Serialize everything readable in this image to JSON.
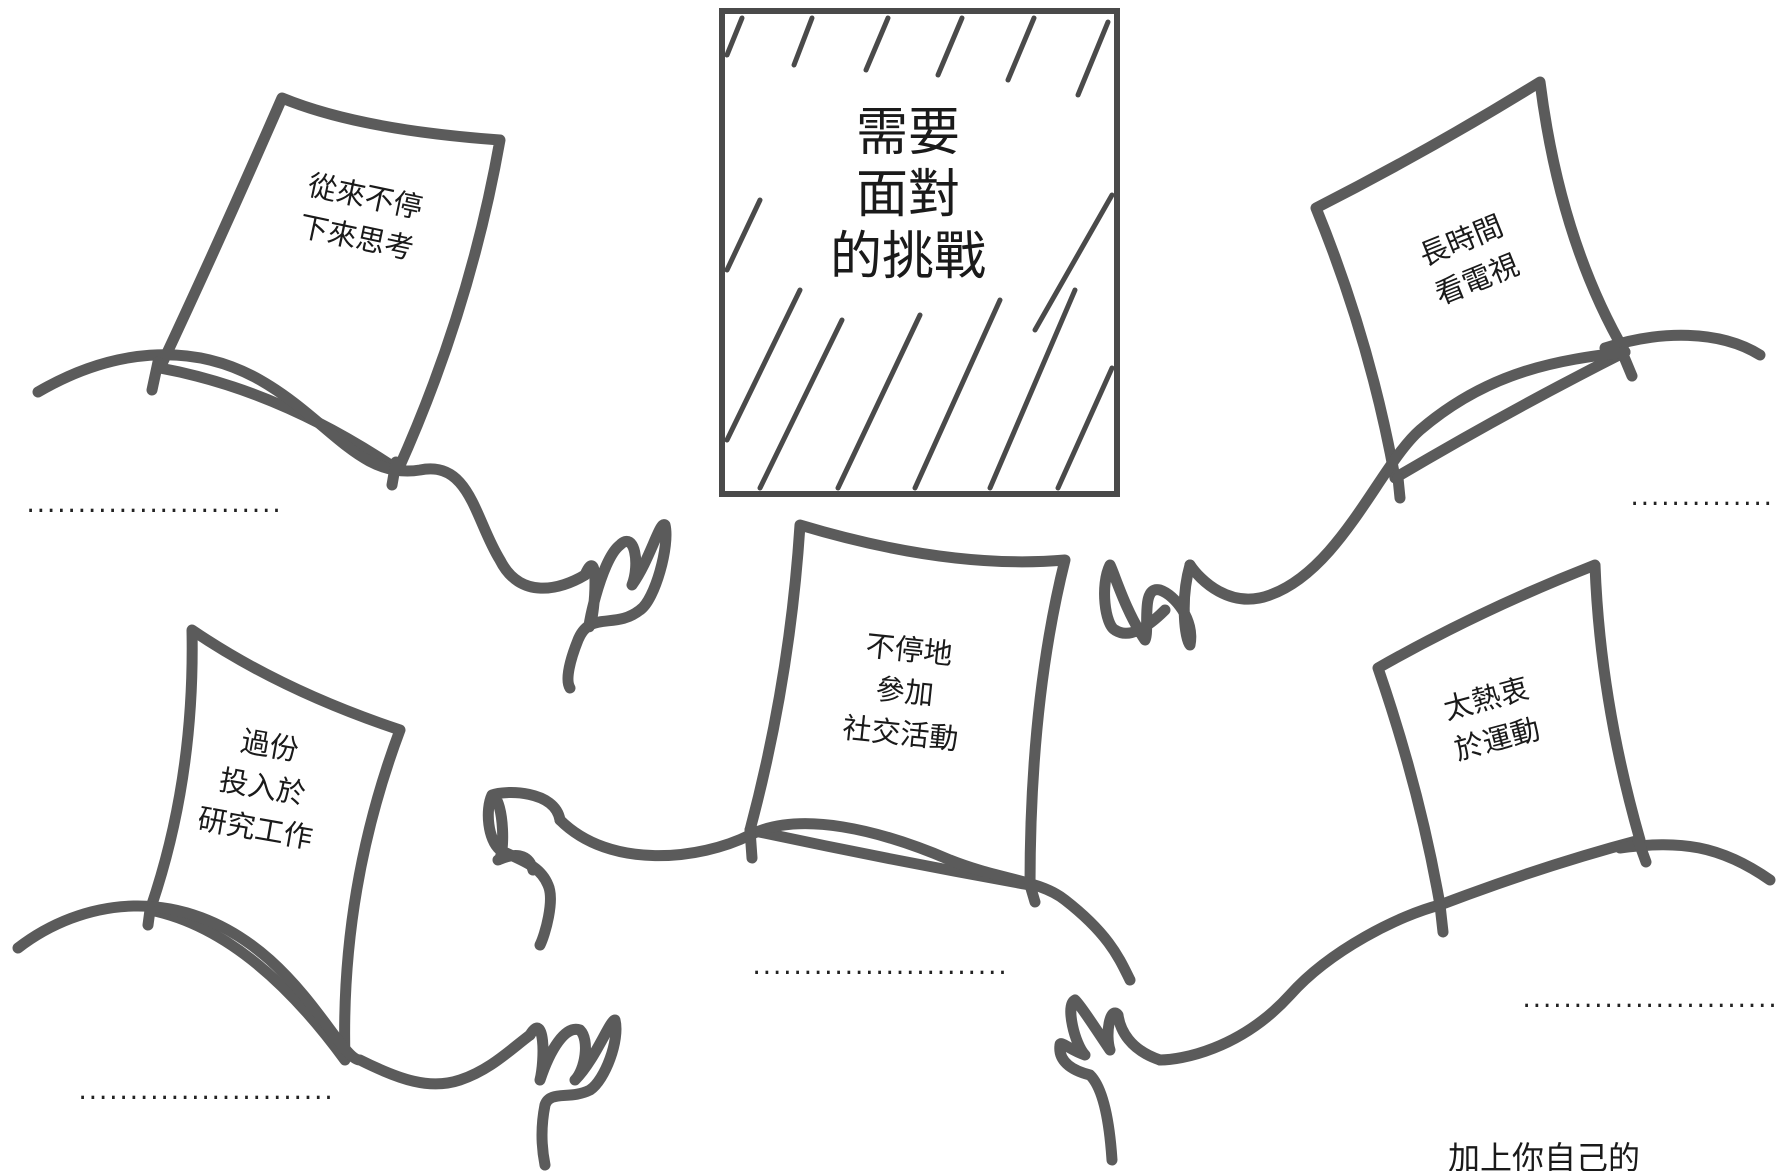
{
  "challenge_box": {
    "lines": [
      "需要",
      "面對",
      "的挑戰"
    ]
  },
  "cards": [
    {
      "id": "top-left",
      "lines": [
        "從來不停",
        "下來思考"
      ]
    },
    {
      "id": "top-right",
      "lines": [
        "長時間",
        "看電視"
      ]
    },
    {
      "id": "middle",
      "lines": [
        "不停地",
        "參加",
        "社交活動"
      ]
    },
    {
      "id": "bottom-left",
      "lines": [
        "過份",
        "投入於",
        "研究工作"
      ]
    },
    {
      "id": "bottom-right",
      "lines": [
        "太熱衷",
        "於運動"
      ]
    }
  ],
  "blanks": [
    {
      "id": "blank-1",
      "text": "........................."
    },
    {
      "id": "blank-2",
      "text": "........................."
    },
    {
      "id": "blank-3",
      "text": "........................."
    },
    {
      "id": "blank-4",
      "text": "........................."
    },
    {
      "id": "blank-5",
      "text": "........................."
    }
  ],
  "footer_note": "加上你自己的",
  "colors": {
    "ink": "#5b5b5b",
    "text": "#1a1a1a",
    "background": "#ffffff"
  }
}
